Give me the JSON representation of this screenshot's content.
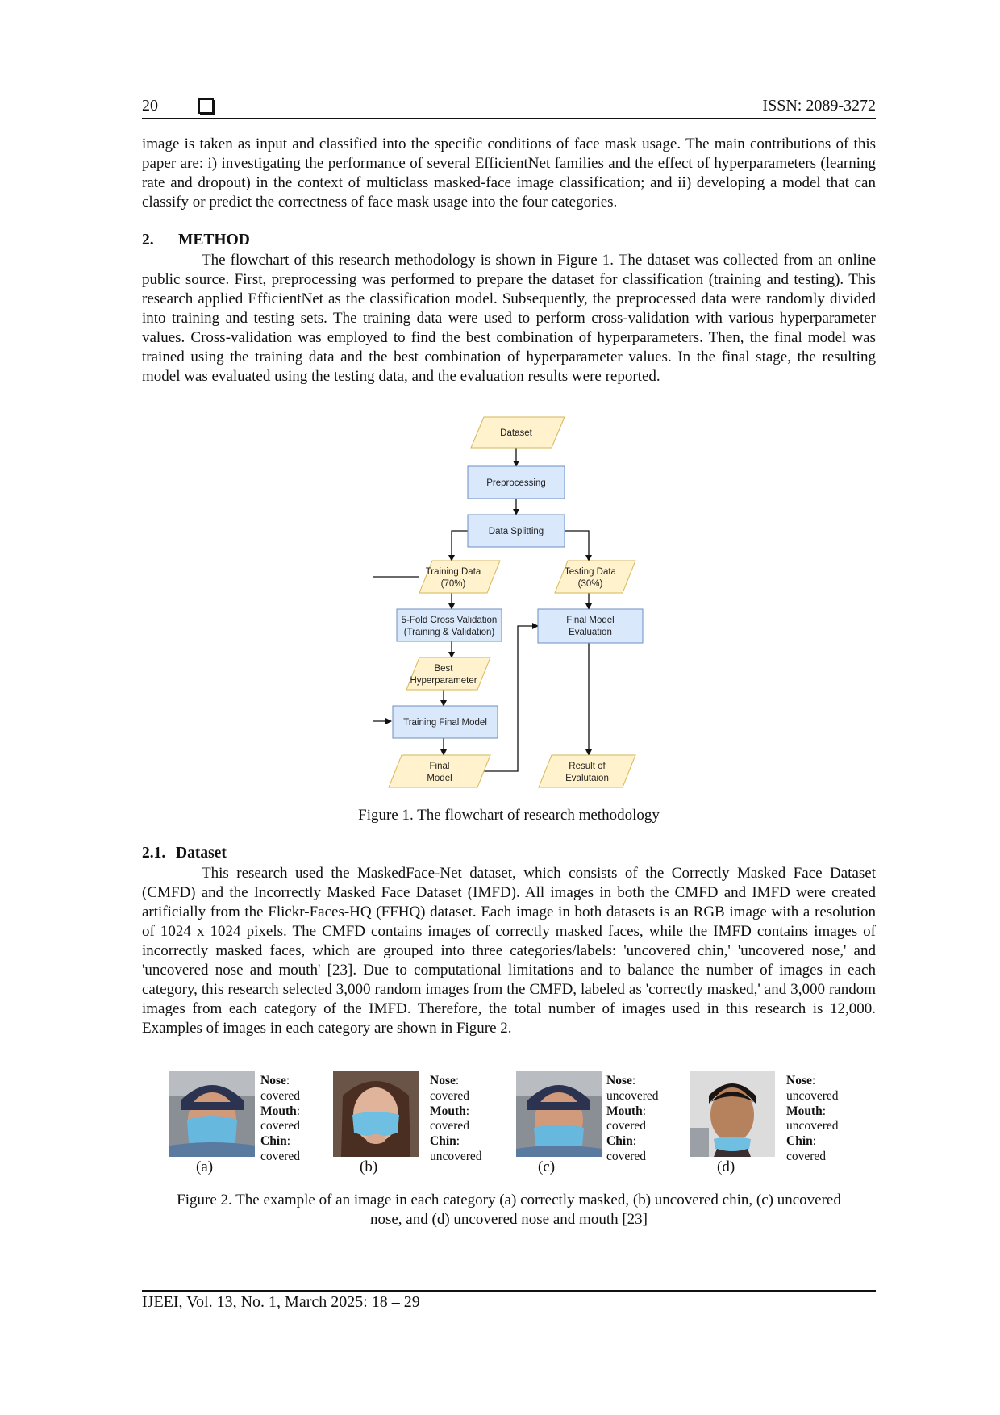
{
  "header": {
    "page_number": "20",
    "issn": "ISSN: 2089-3272"
  },
  "intro_paragraph": "image is taken as input and classified into the specific conditions of face mask usage. The main contributions of this paper are: i) investigating the performance of several EfficientNet families and the effect of hyperparameters (learning rate and dropout) in the context of multiclass masked-face image classification; and ii) developing a model that can classify or predict the correctness of face mask usage into the four categories.",
  "section2": {
    "number": "2.",
    "title": "METHOD",
    "paragraph": "The flowchart of this research methodology is shown in Figure 1. The dataset was collected from an online public source. First, preprocessing was performed to prepare the dataset for classification (training and testing). This research applied EfficientNet as the classification model. Subsequently, the preprocessed data were randomly divided into training and testing sets. The training data were used to perform cross-validation with various hyperparameter values. Cross-validation was employed to find the best combination of hyperparameters. Then, the final model was trained using the training data and the best combination of hyperparameter values. In the final stage, the resulting model was evaluated using the testing data, and the evaluation results were reported."
  },
  "flowchart": {
    "dataset": "Dataset",
    "preprocessing": "Preprocessing",
    "data_splitting": "Data Splitting",
    "training_data": [
      "Training Data",
      "(70%)"
    ],
    "testing_data": [
      "Testing Data",
      "(30%)"
    ],
    "cross_validation": [
      "5-Fold Cross Validation",
      "(Training & Validation)"
    ],
    "final_model_evaluation": [
      "Final Model",
      "Evaluation"
    ],
    "best_hyperparameter": [
      "Best",
      "Hyperparameter"
    ],
    "training_final_model": "Training Final Model",
    "final_model": [
      "Final",
      "Model"
    ],
    "result_of_evaluation": [
      "Result of",
      "Evalutaion"
    ],
    "colors": {
      "process_fill": "#dae8fc",
      "process_stroke": "#6c8ebf",
      "data_fill": "#fff2cc",
      "data_stroke": "#d6b656"
    }
  },
  "figure1_caption": "Figure 1. The flowchart of research methodology",
  "section21": {
    "number": "2.1.",
    "title": "Dataset",
    "paragraph": "This research used the MaskedFace-Net dataset, which consists of the Correctly Masked Face Dataset (CMFD) and the Incorrectly Masked Face Dataset (IMFD). All images in both the CMFD and IMFD were created artificially from the Flickr-Faces-HQ (FFHQ) dataset. Each image in both datasets is an RGB image with a resolution of 1024 x 1024 pixels. The CMFD contains images of correctly masked faces, while the IMFD contains images of incorrectly masked faces, which are grouped into three categories/labels: 'uncovered chin,' 'uncovered nose,' and 'uncovered nose and mouth' [23]. Due to computational limitations and to balance the number of images in each category, this research selected 3,000 random images from the CMFD, labeled as 'correctly masked,' and 3,000 random images from each category of the IMFD. Therefore, the total number of images used in this research is 12,000. Examples of images in each category are shown in Figure 2."
  },
  "figure2": {
    "panels": [
      {
        "letter": "(a)",
        "nose_label": "Nose",
        "nose": "covered",
        "mouth_label": "Mouth",
        "mouth": "covered",
        "chin_label": "Chin",
        "chin": "covered"
      },
      {
        "letter": "(b)",
        "nose_label": "Nose",
        "nose": "covered",
        "mouth_label": "Mouth",
        "mouth": "covered",
        "chin_label": "Chin",
        "chin": "uncovered"
      },
      {
        "letter": "(c)",
        "nose_label": "Nose",
        "nose": "uncovered",
        "mouth_label": "Mouth",
        "mouth": "covered",
        "chin_label": "Chin",
        "chin": "covered"
      },
      {
        "letter": "(d)",
        "nose_label": "Nose",
        "nose": "uncovered",
        "mouth_label": "Mouth",
        "mouth": "uncovered",
        "chin_label": "Chin",
        "chin": "covered"
      }
    ],
    "caption_line1": "Figure 2. The example of an image in each category (a) correctly masked, (b) uncovered chin, (c) uncovered",
    "caption_line2": "nose, and (d) uncovered nose and mouth [23]"
  },
  "footer": {
    "text": "IJEEI, Vol. 13, No. 1, March 2025:  18 – 29"
  }
}
